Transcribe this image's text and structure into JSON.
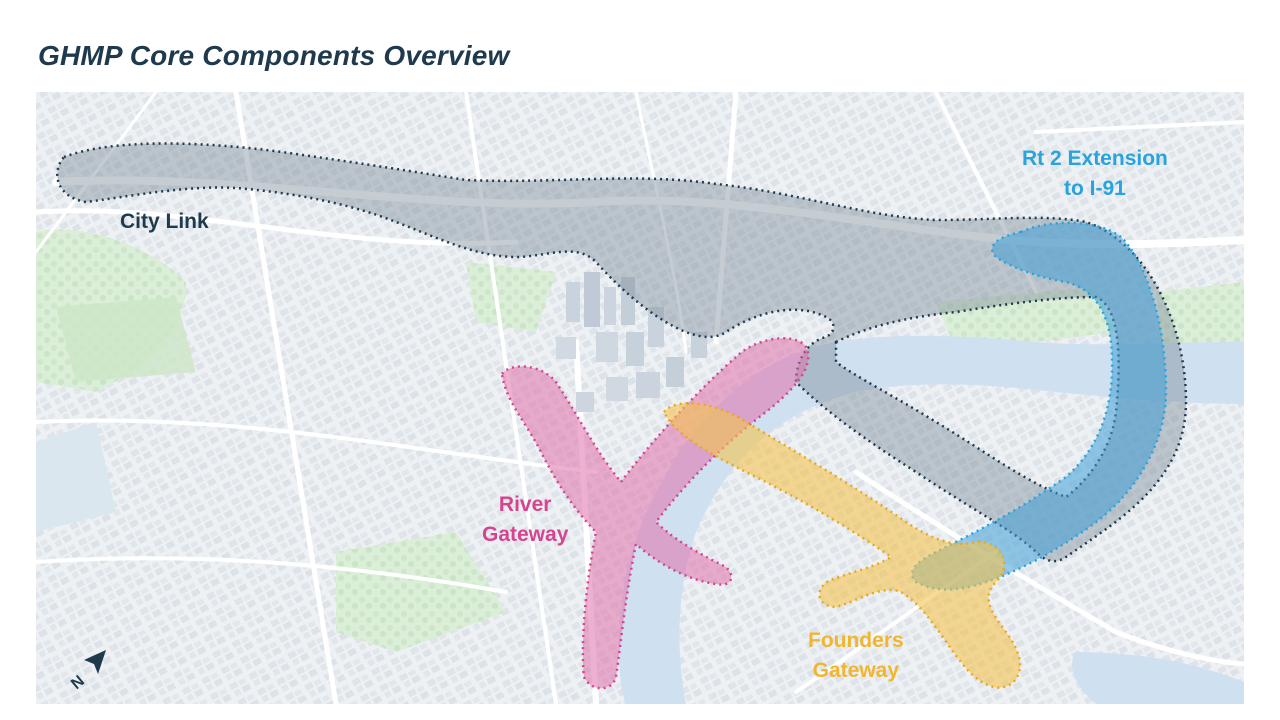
{
  "title": "GHMP Core Components Overview",
  "components": {
    "city_link": {
      "line1": "City Link",
      "color": "#1f3a4d",
      "fill": "#7f8d9c",
      "stroke": "#1f3a4d"
    },
    "rt2": {
      "line1": "Rt 2 Extension",
      "line2": "to I-91",
      "color": "#29a3dc",
      "fill": "#3f9fd6",
      "stroke": "#29a3dc"
    },
    "river_gateway": {
      "line1": "River",
      "line2": "Gateway",
      "color": "#d6448f",
      "fill": "#e070aa",
      "stroke": "#d6448f"
    },
    "founders_gateway": {
      "line1": "Founders",
      "line2": "Gateway",
      "color": "#f1b52f",
      "fill": "#f4c34d",
      "stroke": "#e9a91f"
    }
  },
  "map": {
    "river_color": "#cfe0f1",
    "park_color": "#dbeed8",
    "road_color": "#ffffff",
    "icons": [
      "north-arrow-icon"
    ]
  }
}
